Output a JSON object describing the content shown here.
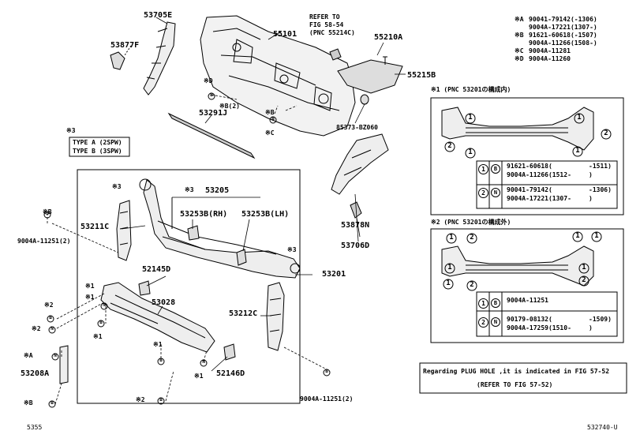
{
  "labels": {
    "p53705e": "53705E",
    "p53877f": "53877F",
    "p55101": "55101",
    "refer_top_l1": "REFER TO",
    "refer_top_l2": "FIG 58-54",
    "refer_top_l3": "(PNC 55214C)",
    "p55210a": "55210A",
    "p55215b": "55215B",
    "m_d1": "※D",
    "m_b1": "※B(2)",
    "p53291j": "53291J",
    "m_b2": "※B",
    "m_c1": "※C",
    "p85373": "85373-BZ060",
    "p53205": "53205",
    "m_3a": "※3",
    "m_3b": "※3",
    "m_3c": "※3",
    "p53253b_rh": "53253B(RH)",
    "p53253b_lh": "53253B(LH)",
    "p53211c": "53211C",
    "p9004a_11251_l": "9004A-11251(2)",
    "p52145d": "52145D",
    "p53201": "53201",
    "p53028": "53028",
    "m_1a": "※1",
    "m_1b": "※1",
    "m_1c": "※1",
    "m_1d": "※1",
    "m_2a": "※2",
    "m_2b": "※2",
    "m_2c": "※2",
    "p53212c": "53212C",
    "m_a1": "※A",
    "p53208a": "53208A",
    "m_b3": "※B",
    "p52146d": "52146D",
    "p9004a_11251_r": "9004A-11251(2)",
    "p53878n": "53878N",
    "p53706d": "53706D",
    "m_b_l": "※B"
  },
  "type_note": {
    "header": "※3",
    "line1": "TYPE A (2SPW)",
    "line2": "TYPE B (3SPW)"
  },
  "legend_top": [
    {
      "mark": "※A",
      "part": "90041-79142(",
      "range": "-1306)"
    },
    {
      "mark": "",
      "part": "9004A-17221(1307-",
      "range": ")"
    },
    {
      "mark": "※B",
      "part": "91621-60618(",
      "range": "-1507)"
    },
    {
      "mark": "",
      "part": "9004A-11266(1508-",
      "range": ")"
    },
    {
      "mark": "※C",
      "part": "9004A-11281",
      "range": ""
    },
    {
      "mark": "※D",
      "part": "9004A-11260",
      "range": ""
    }
  ],
  "inset1": {
    "title": "※1 (PNC 53201の構成内)",
    "rows": [
      {
        "num": "1",
        "sym": "B",
        "l1": "91621-60618(",
        "r1": "-1511)",
        "l2": "9004A-11266(1512-",
        "r2": ")"
      },
      {
        "num": "2",
        "sym": "N",
        "l1": "90041-79142(",
        "r1": "-1306)",
        "l2": "9004A-17221(1307-",
        "r2": ")"
      }
    ]
  },
  "inset2": {
    "title": "※2 (PNC 53201の構成外)",
    "rows": [
      {
        "num": "1",
        "sym": "B",
        "l1": "9004A-11251",
        "r1": "",
        "l2": "",
        "r2": ""
      },
      {
        "num": "2",
        "sym": "N",
        "l1": "90179-08132(",
        "r1": "-1509)",
        "l2": "9004A-17259(1510-",
        "r2": ")"
      }
    ]
  },
  "plug_note": {
    "line1": "Regarding PLUG HOLE ,it is indicated in FIG 57-52",
    "line2": "(REFER TO FIG 57-52)"
  },
  "footer": {
    "left": "5355",
    "right": "532740-U"
  },
  "symbols": {
    "b": "B",
    "n": "N",
    "one": "1",
    "two": "2"
  }
}
